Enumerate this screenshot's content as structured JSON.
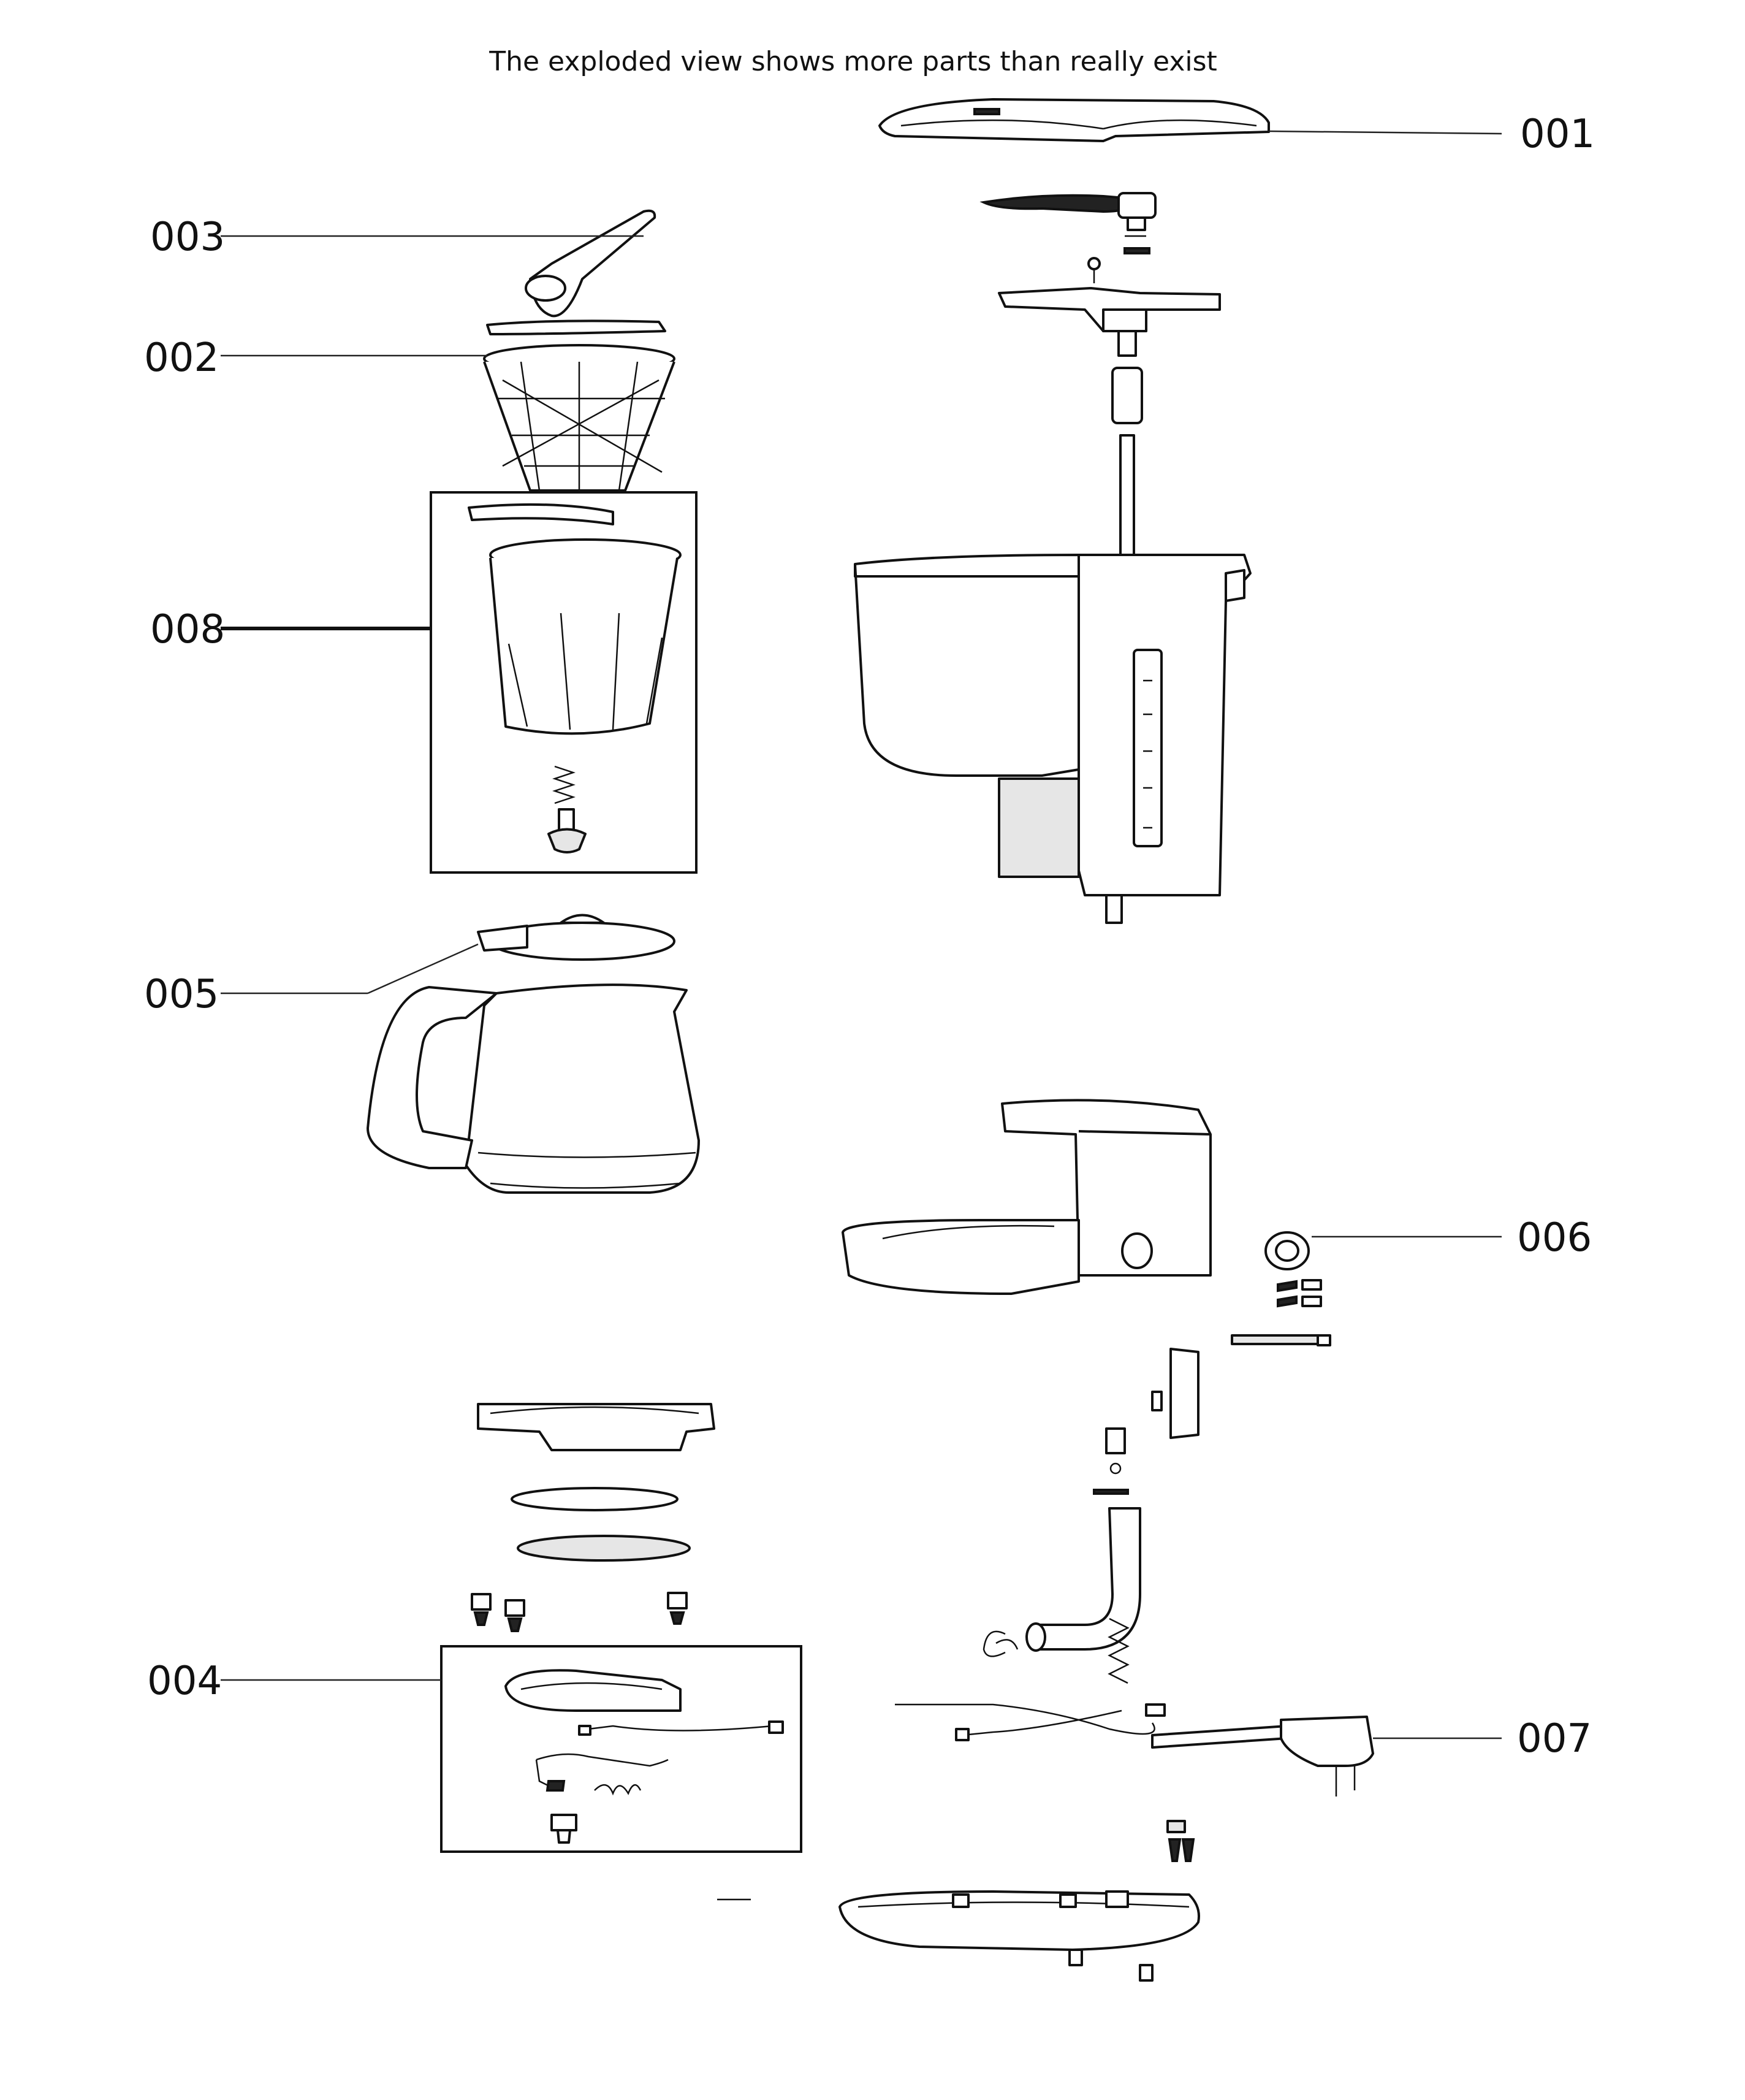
{
  "caption": "The exploded view shows more parts than really exist",
  "part_labels": {
    "p001": "001",
    "p002": "002",
    "p003": "003",
    "p004": "004",
    "p005": "005",
    "p006": "006",
    "p007": "007",
    "p008": "008"
  },
  "colors": {
    "line": "#111111",
    "background": "#ffffff"
  }
}
